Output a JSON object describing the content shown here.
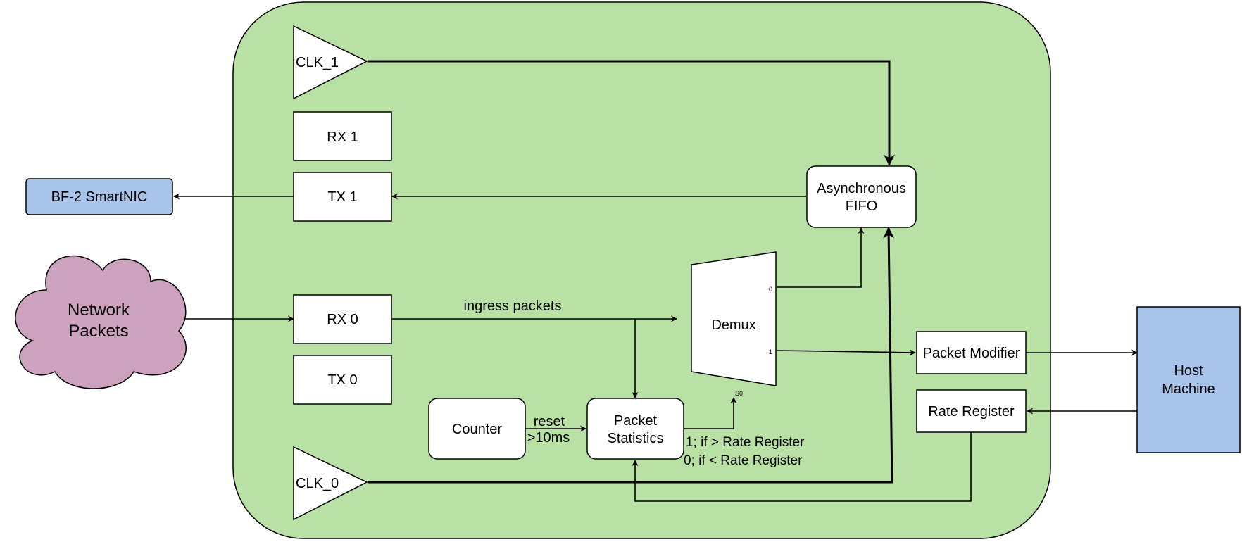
{
  "colors": {
    "fpga_board": "#b9e0a5",
    "smartnic": "#a9c4eb",
    "cloud": "#cda2be",
    "host": "#a9c4eb",
    "stroke": "#000000"
  },
  "blocks": {
    "clk1": "CLK_1",
    "clk0": "CLK_0",
    "rx1": "RX 1",
    "tx1": "TX 1",
    "rx0": "RX 0",
    "tx0": "TX 0",
    "smartnic": "BF-2 SmartNIC",
    "network_packets": [
      "Network",
      "Packets"
    ],
    "async_fifo": [
      "Asynchronous",
      "FIFO"
    ],
    "demux": "Demux",
    "packet_modifier": "Packet Modifier",
    "rate_register": "Rate Register",
    "host_machine": [
      "Host",
      "Machine"
    ],
    "counter": "Counter",
    "packet_statistics": [
      "Packet",
      "Statistics"
    ]
  },
  "labels": {
    "ingress_packets": "ingress packets",
    "reset_line1": "reset",
    "reset_line2": ">10ms",
    "rate_cond_1": "1; if > Rate Register",
    "rate_cond_0": "0; if < Rate Register",
    "demux_out0": "0",
    "demux_out1": "1",
    "demux_select": "S0"
  }
}
